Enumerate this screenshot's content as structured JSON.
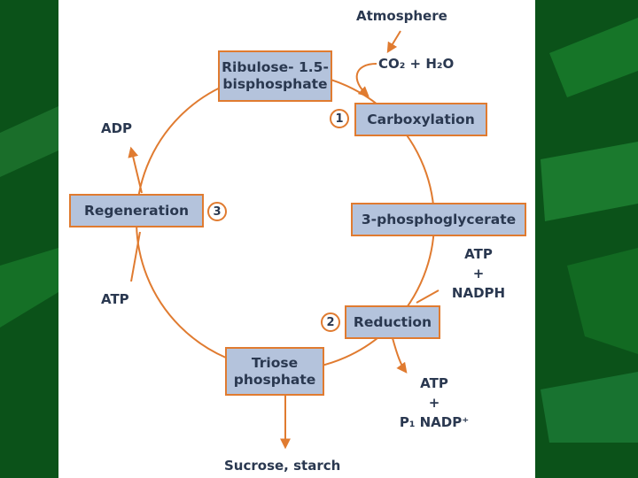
{
  "colors": {
    "background_green": "#0d5a1c",
    "arrow_orange": "#e07b30",
    "box_fill": "#b4c3dc",
    "text_navy": "#2a3850"
  },
  "diagram": {
    "boxes": {
      "ribulose": "Ribulose- 1.5-\nbisphosphate",
      "carboxylation": "Carboxylation",
      "phosphoglycerate": "3-phosphoglycerate",
      "reduction": "Reduction",
      "triose": "Triose\nphosphate",
      "regeneration": "Regeneration"
    },
    "step_numbers": {
      "carboxylation": "1",
      "reduction": "2",
      "regeneration": "3"
    },
    "labels": {
      "atmosphere": "Atmosphere",
      "co2": "CO₂ + H₂O",
      "atp_nadph_in": "ATP\n+\nNADPH",
      "atp_nadp_out": "ATP\n+\nP₁  NADP⁺",
      "adp": "ADP",
      "atp_regen": "ATP",
      "products": "Sucrose, starch"
    }
  }
}
